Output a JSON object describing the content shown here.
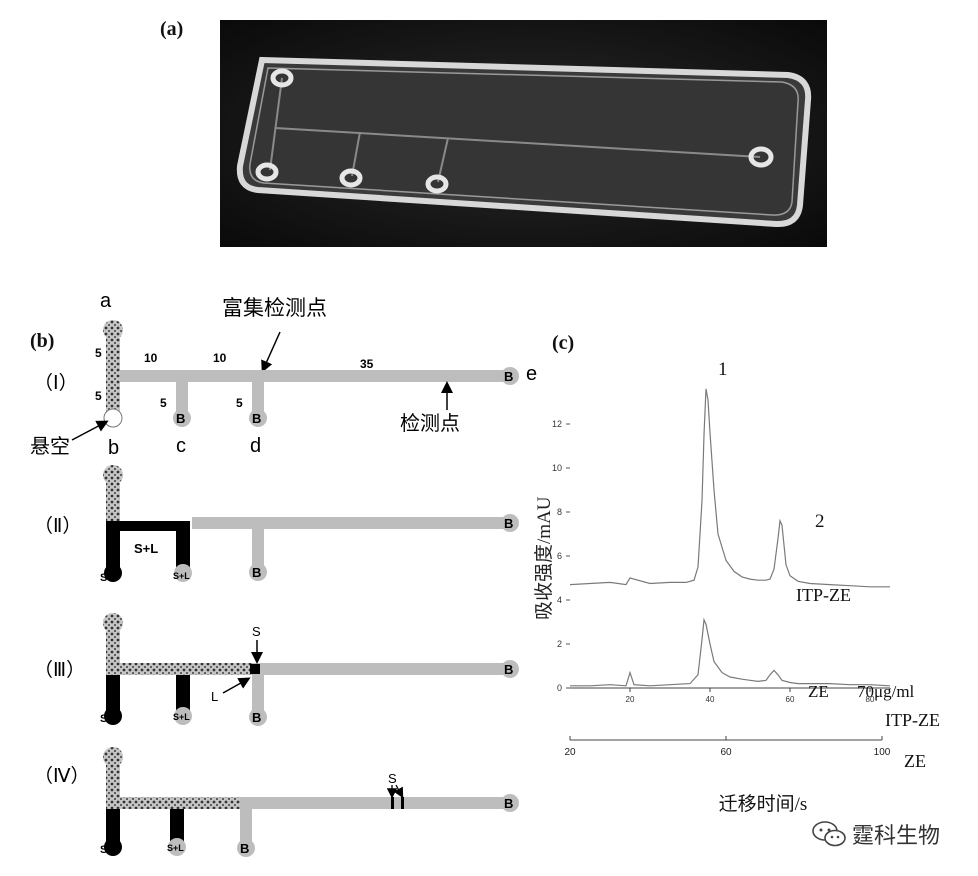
{
  "panels": {
    "a": "(a)",
    "b": "(b)",
    "c": "(c)"
  },
  "diagram": {
    "top_annotation": "富集检测点",
    "detect_label": "检测点",
    "suspend_label": "悬空",
    "node_labels": {
      "a": "a",
      "b": "b",
      "c": "c",
      "d": "d",
      "e": "e"
    },
    "lengths": {
      "l5a": "5",
      "l5b": "5",
      "l10a": "10",
      "l10b": "10",
      "l35": "35",
      "l5c": "5",
      "l5d": "5"
    },
    "rows": [
      "（Ⅰ）",
      "（Ⅱ）",
      "（Ⅲ）",
      "（Ⅳ）"
    ],
    "reservoirs": {
      "buffer": "B",
      "sw": "SW",
      "sl": "S+L",
      "s": "S",
      "l": "L"
    },
    "channel_fill": "S+L"
  },
  "chart_data": {
    "type": "line",
    "ylabel": "吸收强度/mAU",
    "xlabel": "迁移时间/s",
    "y_ticks": [
      0,
      2,
      4,
      6,
      8,
      10,
      12
    ],
    "ylim": [
      0,
      13
    ],
    "inner_x_ticks": [
      20,
      40,
      60,
      80
    ],
    "inner_xlim": [
      5,
      85
    ],
    "outer_x_ticks": [
      20,
      60,
      100
    ],
    "outer_xlim": [
      20,
      100
    ],
    "axis_tag_inner": "ITP-ZE",
    "axis_tag_outer": "ZE",
    "peak_labels": [
      "1",
      "2"
    ],
    "series": [
      {
        "name": "ITP-ZE",
        "x": [
          5,
          10,
          15,
          19,
          20,
          25,
          30,
          34,
          36,
          37,
          38,
          38.5,
          39,
          39.5,
          40,
          41,
          42,
          44,
          46,
          48,
          50,
          52,
          54,
          55,
          56,
          57,
          57.5,
          58,
          58.5,
          59,
          60,
          62,
          65,
          70,
          75,
          80,
          85
        ],
        "y": [
          4.7,
          4.75,
          4.8,
          4.7,
          5.0,
          4.75,
          4.8,
          4.8,
          4.9,
          5.5,
          8.5,
          11.5,
          13.6,
          13.1,
          11.6,
          9.0,
          7.0,
          5.8,
          5.3,
          5.05,
          4.95,
          4.9,
          4.9,
          4.95,
          5.4,
          6.8,
          7.6,
          7.4,
          6.5,
          5.6,
          5.1,
          4.85,
          4.75,
          4.7,
          4.65,
          4.6,
          4.6
        ]
      },
      {
        "name": "ZE",
        "note_label": "70μg/ml",
        "x": [
          5,
          10,
          15,
          19,
          20,
          21,
          25,
          30,
          35,
          37,
          38,
          38.5,
          39,
          40,
          41,
          43,
          45,
          48,
          50,
          52,
          54,
          55,
          56,
          57,
          58,
          60,
          62,
          65,
          70,
          75,
          80,
          85
        ],
        "y": [
          0.1,
          0.1,
          0.15,
          0.1,
          0.7,
          0.15,
          0.1,
          0.15,
          0.2,
          0.6,
          2.2,
          3.1,
          2.9,
          2.0,
          1.2,
          0.7,
          0.5,
          0.4,
          0.35,
          0.3,
          0.35,
          0.6,
          0.8,
          0.6,
          0.35,
          0.25,
          0.2,
          0.2,
          0.2,
          0.15,
          0.15,
          0.1
        ]
      }
    ]
  },
  "watermark": "霆科生物"
}
